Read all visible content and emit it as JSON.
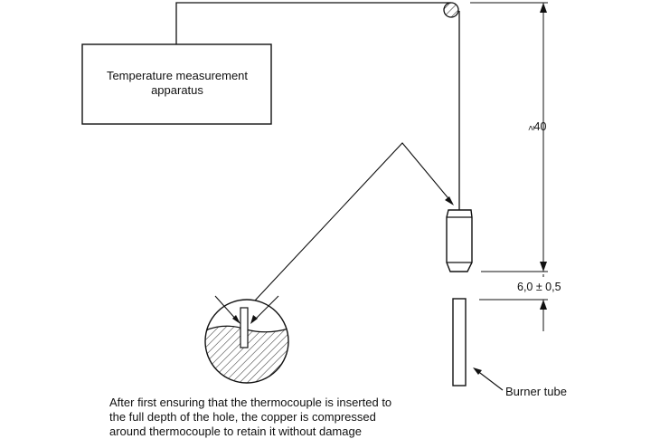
{
  "apparatus_label": {
    "line1": "Temperature measurement",
    "line2": "apparatus"
  },
  "dimensions": {
    "height_symbol": "≥",
    "height_value": "40",
    "gap": "6,0 ± 0,5"
  },
  "burner_label": "Burner tube",
  "note": {
    "line1": "After first ensuring that the thermocouple is inserted to",
    "line2": "the full depth of the hole, the copper is compressed",
    "line3": "around thermocouple to retain it without damage"
  }
}
